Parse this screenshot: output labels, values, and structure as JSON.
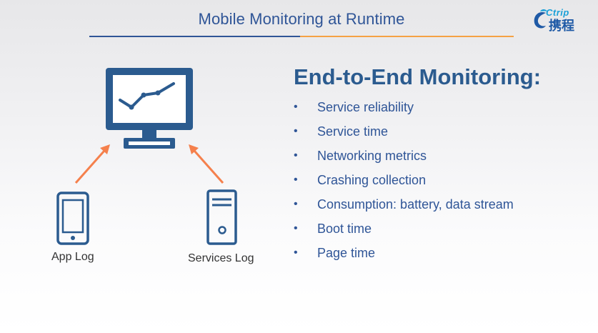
{
  "slide": {
    "title": "Mobile Monitoring at Runtime",
    "logo": {
      "en": "Ctrip",
      "cn": "携程"
    }
  },
  "diagram": {
    "app_label": "App Log",
    "services_label": "Services Log",
    "colors": {
      "icon": "#2b5b8f",
      "arrow": "#f5804c"
    }
  },
  "content": {
    "heading": "End-to-End Monitoring:",
    "bullet_symbol": "•",
    "bullets": [
      "Service reliability",
      "Service time",
      "Networking metrics",
      "Crashing collection",
      "Consumption: battery, data stream",
      "Boot time",
      "Page time"
    ]
  }
}
